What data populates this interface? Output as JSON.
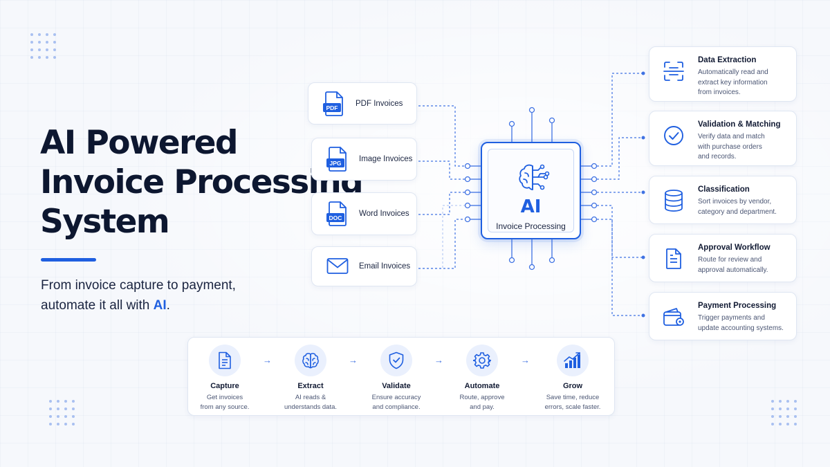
{
  "colors": {
    "accent": "#1f5fe0",
    "text": "#0f1a33",
    "muted": "#4a5573",
    "background": "#f6f8fc"
  },
  "hero": {
    "title_lines": [
      "AI Powered",
      "Invoice Processing",
      "System"
    ],
    "subtitle_line1": "From invoice capture to payment,",
    "subtitle_line2_prefix": "automate it all with ",
    "subtitle_highlight": "AI",
    "subtitle_suffix": "."
  },
  "inputs": [
    {
      "label": "PDF Invoices",
      "badge": "PDF",
      "icon": "pdf-file-icon"
    },
    {
      "label": "Image Invoices",
      "badge": "JPG",
      "icon": "jpg-file-icon"
    },
    {
      "label": "Word Invoices",
      "badge": "DOC",
      "icon": "doc-file-icon"
    },
    {
      "label": "Email Invoices",
      "badge": "",
      "icon": "envelope-icon"
    }
  ],
  "core": {
    "title": "AI",
    "label": "Invoice Processing",
    "icon": "brain-circuit-icon"
  },
  "outputs": [
    {
      "title": "Data Extraction",
      "desc": "Automatically read and\nextract key information\nfrom invoices.",
      "icon": "scan-icon"
    },
    {
      "title": "Validation & Matching",
      "desc": "Verify data and match\nwith purchase orders\nand records.",
      "icon": "check-circle-icon"
    },
    {
      "title": "Classification",
      "desc": "Sort invoices by vendor,\ncategory and department.",
      "icon": "database-icon"
    },
    {
      "title": "Approval Workflow",
      "desc": "Route for review and\napproval automatically.",
      "icon": "document-icon"
    },
    {
      "title": "Payment Processing",
      "desc": "Trigger payments and\nupdate accounting systems.",
      "icon": "wallet-icon"
    }
  ],
  "steps": [
    {
      "title": "Capture",
      "desc": "Get invoices\nfrom any source.",
      "icon": "document-icon"
    },
    {
      "title": "Extract",
      "desc": "AI reads &\nunderstands data.",
      "icon": "brain-icon"
    },
    {
      "title": "Validate",
      "desc": "Ensure accuracy\nand compliance.",
      "icon": "shield-check-icon"
    },
    {
      "title": "Automate",
      "desc": "Route, approve\nand pay.",
      "icon": "gear-icon"
    },
    {
      "title": "Grow",
      "desc": "Save time, reduce\nerrors, scale faster.",
      "icon": "growth-chart-icon"
    }
  ],
  "step_arrow": "→"
}
